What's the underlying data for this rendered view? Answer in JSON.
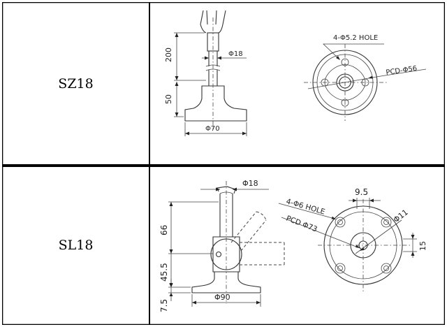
{
  "rows": [
    {
      "model": "SZ18",
      "dims": {
        "height_upper": "200",
        "height_base": "50",
        "pole_diameter": "Φ18",
        "base_diameter": "Φ70",
        "holes": "4-Φ5.2 HOLE",
        "pcd": "PCD-Φ56"
      }
    },
    {
      "model": "SL18",
      "dims": {
        "pole_diameter": "Φ18",
        "height_upper": "66",
        "height_mid": "45.5",
        "height_base": "7.5",
        "base_diameter": "Φ90",
        "holes": "4-Φ6 HOLE",
        "pcd": "PCD Φ73",
        "hole_offset_h": "9.5",
        "hole_offset_v": "15",
        "center_diameter": "Φ11"
      }
    }
  ]
}
